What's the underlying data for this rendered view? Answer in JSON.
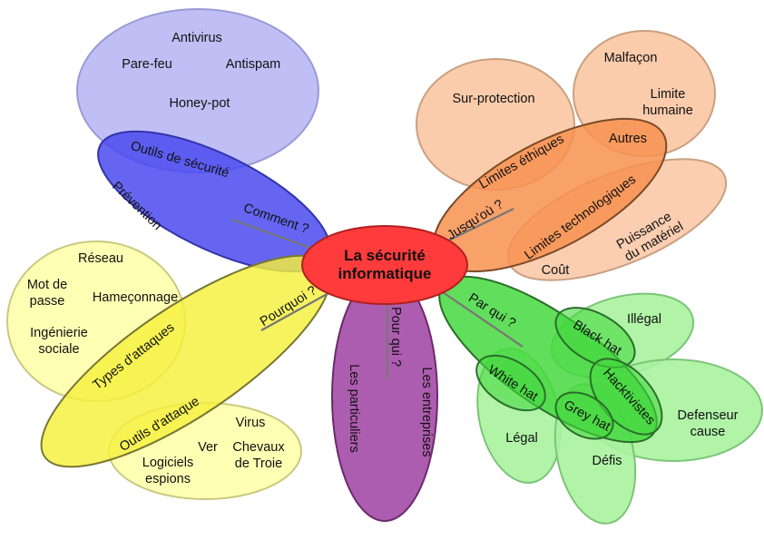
{
  "center": {
    "line1": "La sécurité",
    "line2": "informatique",
    "color": "#ff3b3b"
  },
  "colors": {
    "blue_light": "#b8b8f5",
    "blue": "#4a4af0",
    "orange_light": "#fbc9a8",
    "orange": "#f7914f",
    "yellow_light": "#ffffb0",
    "yellow": "#f5f03c",
    "purple": "#a44ba6",
    "green_light": "#a8f39f",
    "green": "#45d83f"
  },
  "blue": {
    "outils_cluster": {
      "antivirus": "Antivirus",
      "parefeu": "Pare-feu",
      "antispam": "Antispam",
      "honeypot": "Honey-pot"
    },
    "outils_securite": "Outils de sécurité",
    "prevention": "Prévention",
    "comment": "Comment ?"
  },
  "orange": {
    "surprotection": "Sur-protection",
    "malfacon": "Malfaçon",
    "limite_humaine": [
      "Limite",
      "humaine"
    ],
    "autres": "Autres",
    "limites_ethiques": "Limites éthiques",
    "limites_techno": "Limites technologiques",
    "puissance": [
      "Puissance",
      "du matériel"
    ],
    "cout": "Coût",
    "jusquou": "Jusqu'où ?"
  },
  "yellow": {
    "reseau": "Réseau",
    "mot_de_passe": [
      "Mot de",
      "passe"
    ],
    "hameconnage": "Hameçonnage",
    "ingenierie": [
      "Ingénierie",
      "sociale"
    ],
    "types_attaques": "Types  d'attaques",
    "pourquoi": "Pourquoi ?",
    "outils_attaque": "Outils  d'attaque",
    "virus": "Virus",
    "ver": "Ver",
    "chevaux": [
      "Chevaux",
      "de Troie"
    ],
    "logiciels": [
      "Logiciels",
      "espions"
    ]
  },
  "purple": {
    "pour_qui": "Pour qui ?",
    "particuliers": "Les particuliers",
    "entreprises": "Les entreprises"
  },
  "green": {
    "par_qui": "Par qui ?",
    "black_hat": "Black hat",
    "illegal": "Illégal",
    "hacktivistes": "Hacktivistes",
    "defenseur": [
      "Defenseur",
      "cause"
    ],
    "white_hat": "White hat",
    "grey_hat": "Grey hat",
    "legal": "Légal",
    "defis": "Défis"
  }
}
